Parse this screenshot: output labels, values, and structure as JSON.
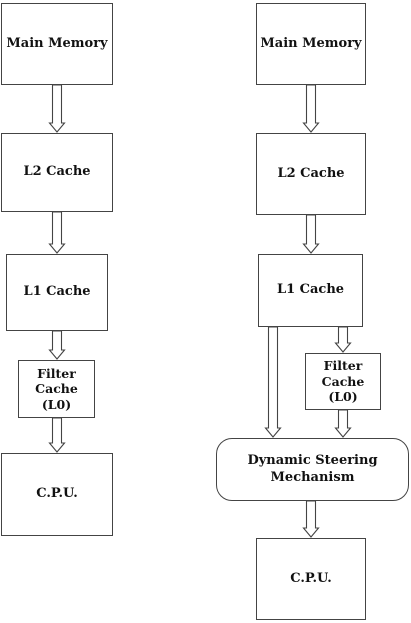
{
  "left_stack": {
    "main_memory": "Main Memory",
    "l2_cache": "L2 Cache",
    "l1_cache": "L1 Cache",
    "filter_cache": "Filter\nCache\n(L0)",
    "cpu": "C.P.U."
  },
  "right_stack": {
    "main_memory": "Main Memory",
    "l2_cache": "L2 Cache",
    "l1_cache": "L1 Cache",
    "filter_cache": "Filter\nCache\n(L0)",
    "steering": "Dynamic Steering\nMechanism",
    "cpu": "C.P.U."
  },
  "colors": {
    "box_border": "#444444",
    "arrow_fill": "#ffffff",
    "arrow_stroke": "#444444"
  }
}
